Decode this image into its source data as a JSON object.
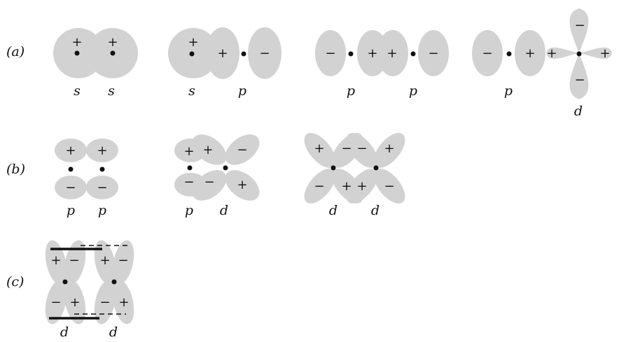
{
  "rows": {
    "a": {
      "label": "(a)",
      "groups": [
        {
          "signs": [
            "+",
            "+"
          ],
          "orbitals": [
            "s",
            "s"
          ]
        },
        {
          "signs": [
            "+",
            "+",
            "−"
          ],
          "orbitals": [
            "s",
            "p"
          ]
        },
        {
          "signs": [
            "−",
            "+",
            "+",
            "−"
          ],
          "orbitals": [
            "p",
            "p"
          ]
        },
        {
          "signs": [
            "−",
            "+",
            "+",
            "−",
            "+",
            "−"
          ],
          "orbitals": [
            "p",
            "d"
          ]
        }
      ]
    },
    "b": {
      "label": "(b)",
      "groups": [
        {
          "signs": [
            "+",
            "+",
            "−",
            "−"
          ],
          "orbitals": [
            "p",
            "p"
          ]
        },
        {
          "signs": [
            "+",
            "+",
            "−",
            "−",
            "−",
            "+"
          ],
          "orbitals": [
            "p",
            "d"
          ]
        },
        {
          "signs": [
            "+",
            "−",
            "−",
            "+",
            "−",
            "+",
            "+",
            "−"
          ],
          "orbitals": [
            "d",
            "d"
          ]
        }
      ]
    },
    "c": {
      "label": "(c)",
      "groups": [
        {
          "signs": [
            "+",
            "−",
            "+",
            "−",
            "−",
            "+",
            "−",
            "+"
          ],
          "orbitals": [
            "d",
            "d"
          ]
        }
      ]
    }
  }
}
